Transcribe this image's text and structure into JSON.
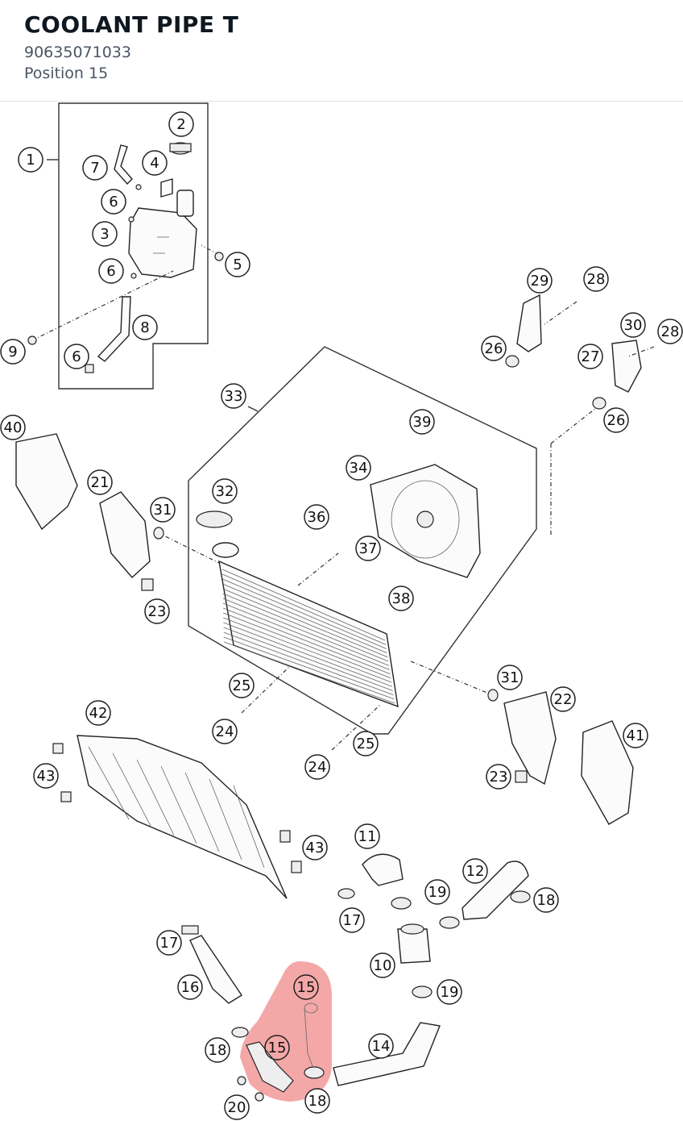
{
  "header": {
    "title": "COOLANT PIPE T",
    "part_number": "90635071033",
    "position": "Position 15"
  },
  "highlight": {
    "position": "15",
    "color": "#f08a8a"
  },
  "callouts": [
    {
      "id": "c1a",
      "label": "1"
    },
    {
      "id": "c2a",
      "label": "2"
    },
    {
      "id": "c3a",
      "label": "3"
    },
    {
      "id": "c4a",
      "label": "4"
    },
    {
      "id": "c5a",
      "label": "5"
    },
    {
      "id": "c6a",
      "label": "6"
    },
    {
      "id": "c6b",
      "label": "6"
    },
    {
      "id": "c6c",
      "label": "6"
    },
    {
      "id": "c7a",
      "label": "7"
    },
    {
      "id": "c8a",
      "label": "8"
    },
    {
      "id": "c9a",
      "label": "9"
    },
    {
      "id": "c10a",
      "label": "10"
    },
    {
      "id": "c11a",
      "label": "11"
    },
    {
      "id": "c12a",
      "label": "12"
    },
    {
      "id": "c14a",
      "label": "14"
    },
    {
      "id": "c15a",
      "label": "15"
    },
    {
      "id": "c15b",
      "label": "15"
    },
    {
      "id": "c16a",
      "label": "16"
    },
    {
      "id": "c17a",
      "label": "17"
    },
    {
      "id": "c17b",
      "label": "17"
    },
    {
      "id": "c18a",
      "label": "18"
    },
    {
      "id": "c18b",
      "label": "18"
    },
    {
      "id": "c18c",
      "label": "18"
    },
    {
      "id": "c19a",
      "label": "19"
    },
    {
      "id": "c19b",
      "label": "19"
    },
    {
      "id": "c20a",
      "label": "20"
    },
    {
      "id": "c21a",
      "label": "21"
    },
    {
      "id": "c22a",
      "label": "22"
    },
    {
      "id": "c23a",
      "label": "23"
    },
    {
      "id": "c23b",
      "label": "23"
    },
    {
      "id": "c24a",
      "label": "24"
    },
    {
      "id": "c24b",
      "label": "24"
    },
    {
      "id": "c25a",
      "label": "25"
    },
    {
      "id": "c25b",
      "label": "25"
    },
    {
      "id": "c26a",
      "label": "26"
    },
    {
      "id": "c26b",
      "label": "26"
    },
    {
      "id": "c27a",
      "label": "27"
    },
    {
      "id": "c28a",
      "label": "28"
    },
    {
      "id": "c28b",
      "label": "28"
    },
    {
      "id": "c29a",
      "label": "29"
    },
    {
      "id": "c30a",
      "label": "30"
    },
    {
      "id": "c31a",
      "label": "31"
    },
    {
      "id": "c31b",
      "label": "31"
    },
    {
      "id": "c32a",
      "label": "32"
    },
    {
      "id": "c33a",
      "label": "33"
    },
    {
      "id": "c34a",
      "label": "34"
    },
    {
      "id": "c36a",
      "label": "36"
    },
    {
      "id": "c37a",
      "label": "37"
    },
    {
      "id": "c38a",
      "label": "38"
    },
    {
      "id": "c39a",
      "label": "39"
    },
    {
      "id": "c40a",
      "label": "40"
    },
    {
      "id": "c41a",
      "label": "41"
    },
    {
      "id": "c42a",
      "label": "42"
    },
    {
      "id": "c43a",
      "label": "43"
    },
    {
      "id": "c43b",
      "label": "43"
    }
  ]
}
